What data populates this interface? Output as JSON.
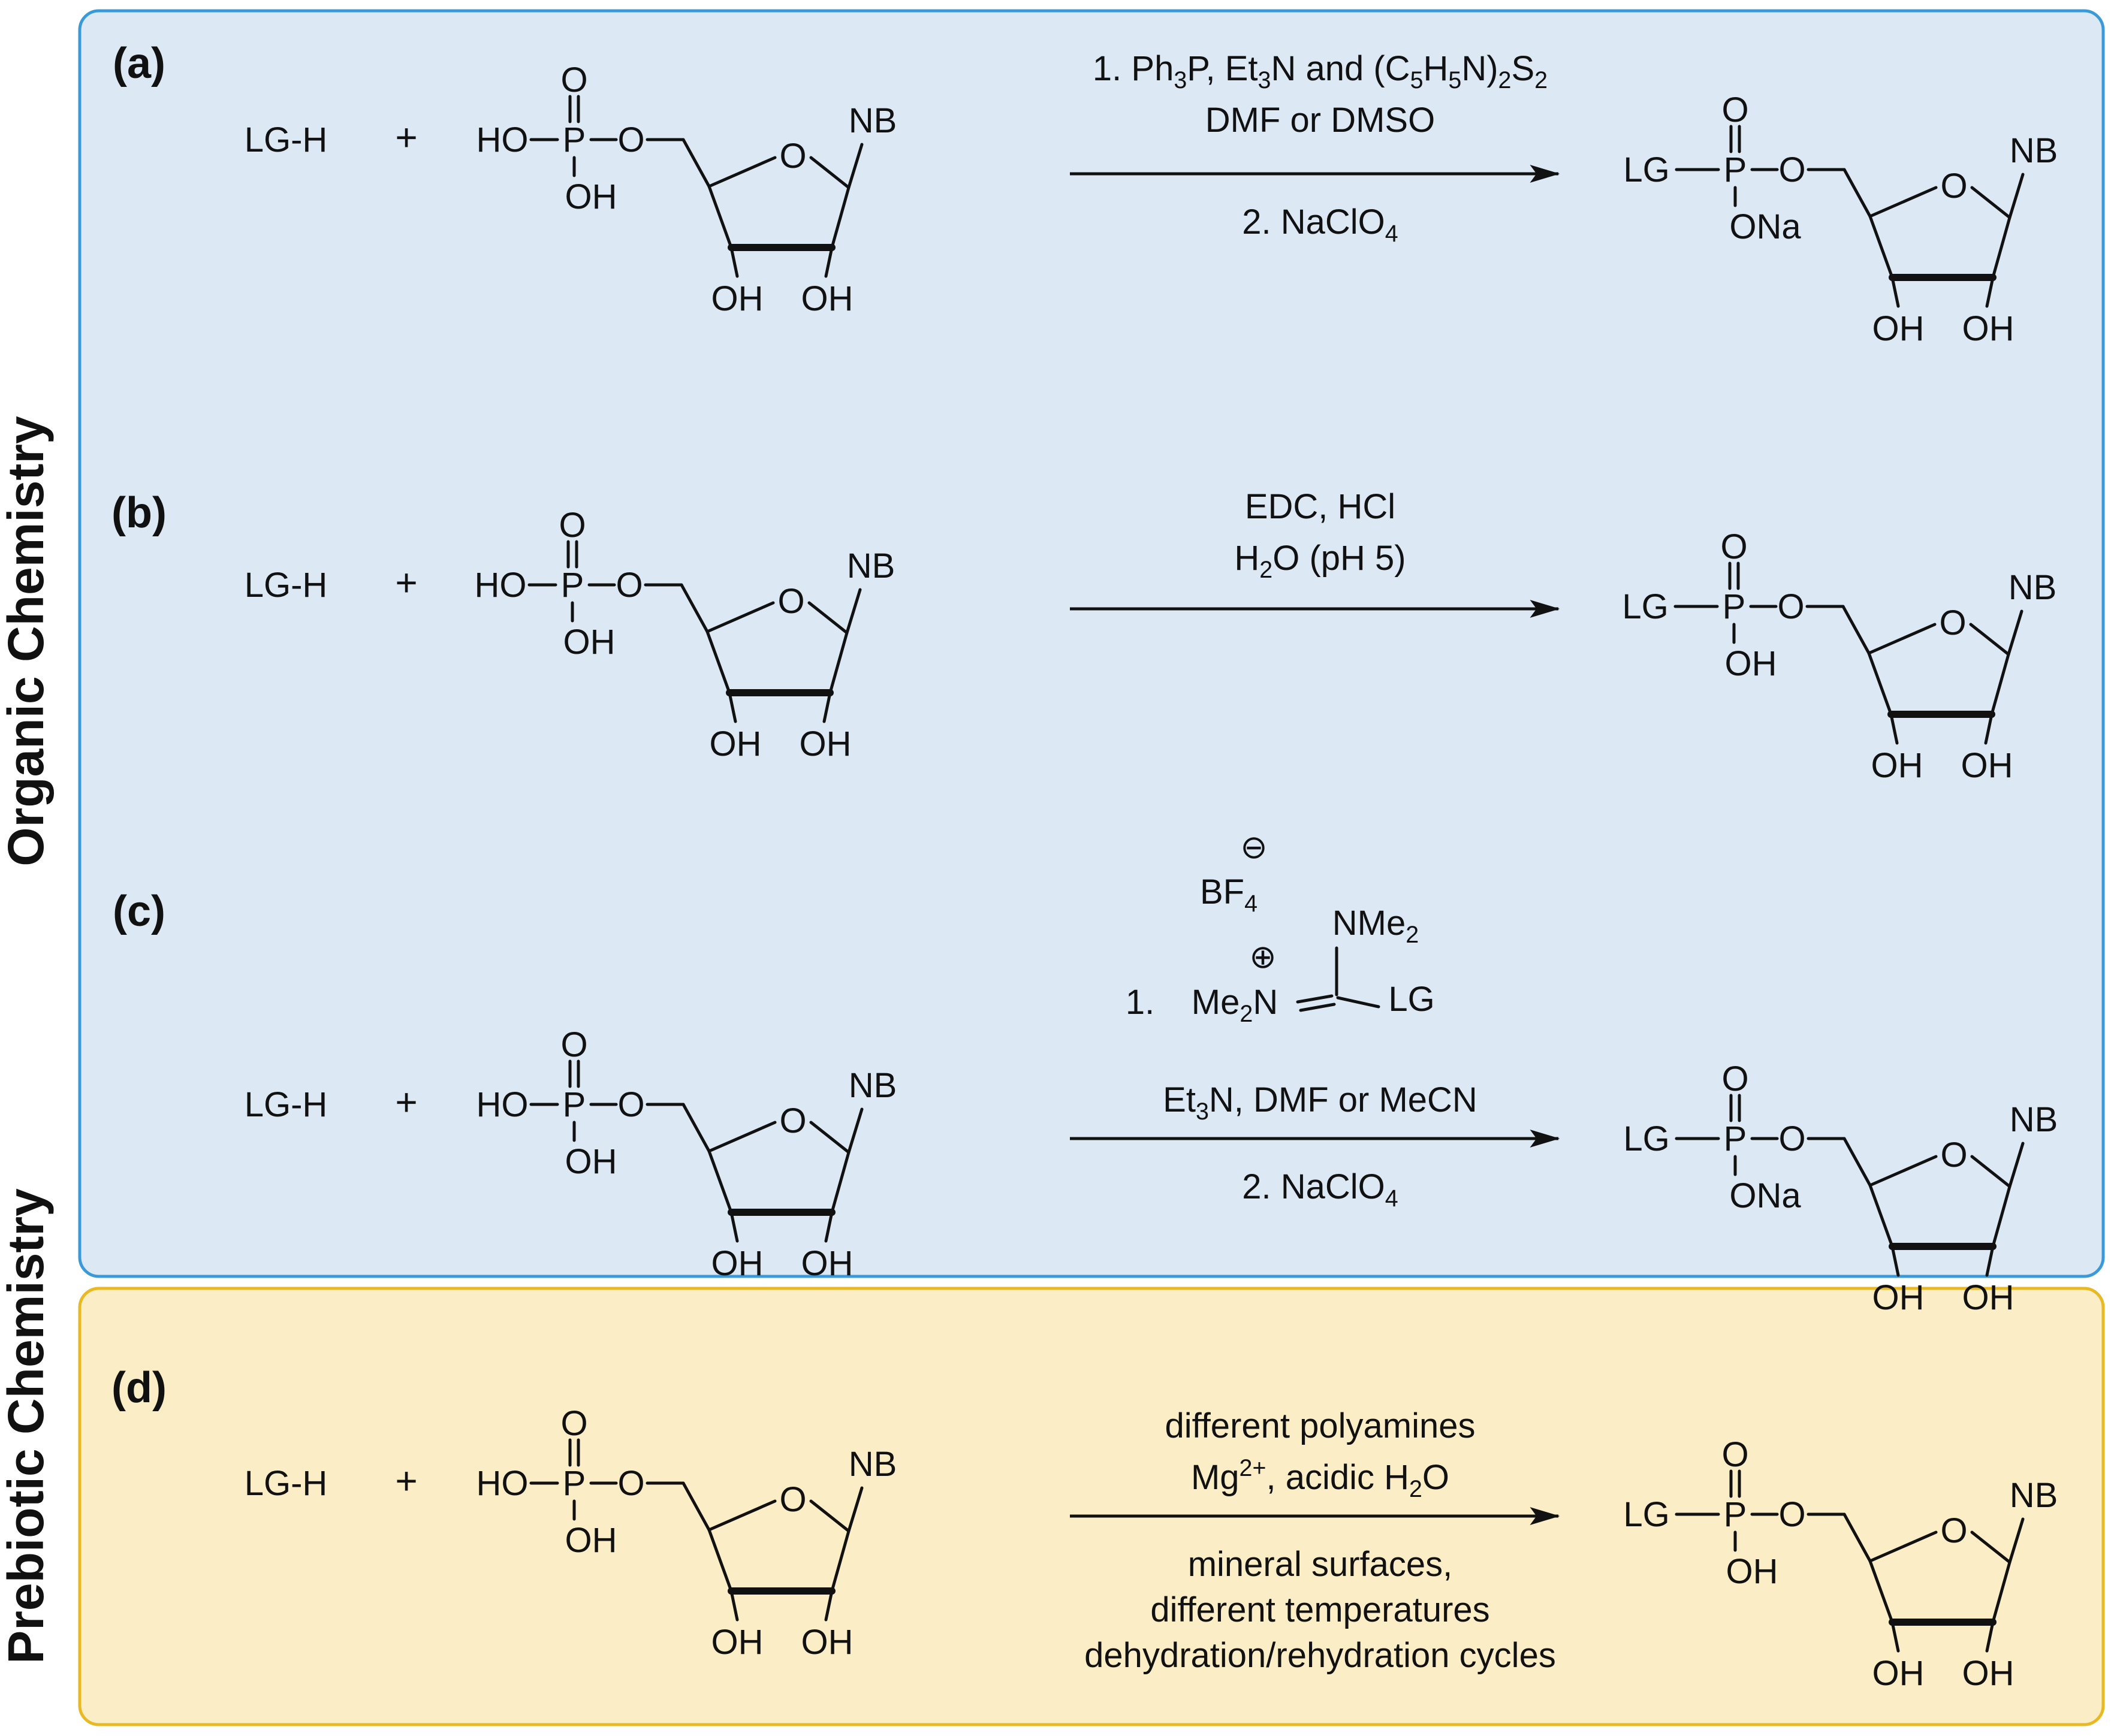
{
  "colors": {
    "organic_fill": "#dce9f5",
    "organic_border": "#3a9ad9",
    "prebiotic_fill": "#fbedc6",
    "prebiotic_border": "#e8b923",
    "ink": "#111111"
  },
  "side_labels": {
    "organic": "Organic Chemistry",
    "prebiotic": "Prebiotic Chemistry"
  },
  "common": {
    "lgh": "LG-H",
    "plus": "+",
    "ho": "HO",
    "o": "O",
    "p": "P",
    "oh": "OH",
    "nb": "NB",
    "lg": "LG",
    "ona": "ONa"
  },
  "panels": [
    {
      "id": "a",
      "letter": "(a)",
      "conditions_above": [
        "1. Ph3P, Et3N and (C5H5N)2S2",
        "DMF or DMSO"
      ],
      "conditions_below": [
        "2. NaClO4"
      ],
      "product_group": "ONa"
    },
    {
      "id": "b",
      "letter": "(b)",
      "conditions_above": [
        "EDC, HCl",
        "H2O (pH 5)"
      ],
      "conditions_below": [],
      "product_group": "OH"
    },
    {
      "id": "c",
      "letter": "(c)",
      "reagent": {
        "counterion": "BF4",
        "anion_charge": "⊖",
        "cation_charge": "⊕",
        "nme2_top": "NMe2",
        "me2n": "Me2N",
        "lg": "LG",
        "step": "1."
      },
      "conditions_above": [
        "Et3N, DMF or MeCN"
      ],
      "conditions_below": [
        "2. NaClO4"
      ],
      "product_group": "ONa"
    },
    {
      "id": "d",
      "letter": "(d)",
      "conditions_above": [
        "different polyamines",
        "Mg2+, acidic H2O"
      ],
      "conditions_below": [
        "mineral surfaces,",
        "different temperatures",
        "dehydration/rehydration cycles"
      ],
      "product_group": "OH"
    }
  ]
}
